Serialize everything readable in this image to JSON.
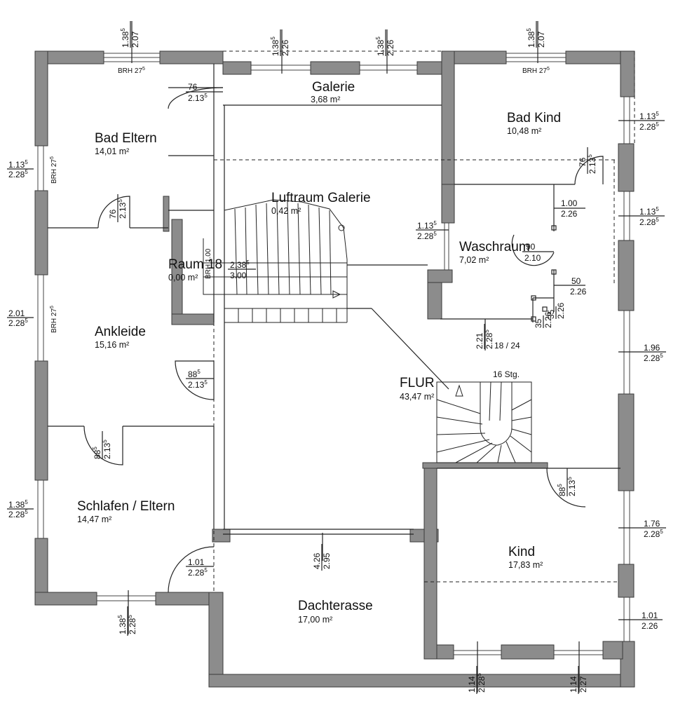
{
  "rooms": {
    "galerie": {
      "name": "Galerie",
      "area": "3,68 m²"
    },
    "bad_kind": {
      "name": "Bad Kind",
      "area": "10,48 m²"
    },
    "bad_eltern": {
      "name": "Bad Eltern",
      "area": "14,01 m²"
    },
    "luftraum": {
      "name": "Luftraum Galerie",
      "area": "0,42 m²"
    },
    "waschraum": {
      "name": "Waschraum",
      "area": "7,02 m²"
    },
    "raum18": {
      "name": "Raum 18",
      "area": "0,00 m²"
    },
    "ankleide": {
      "name": "Ankleide",
      "area": "15,16 m²"
    },
    "flur": {
      "name": "FLUR",
      "area": "43,47 m²"
    },
    "schlafen": {
      "name": "Schlafen / Eltern",
      "area": "14,47 m²"
    },
    "kind": {
      "name": "Kind",
      "area": "17,83 m²"
    },
    "dachterasse": {
      "name": "Dachterasse",
      "area": "17,00 m²"
    }
  },
  "dims": {
    "top_left": {
      "a": "1.38",
      "b": "2.07"
    },
    "top_mid1": {
      "a": "1.38",
      "b": "2.26"
    },
    "top_mid2": {
      "a": "1.38",
      "b": "2.26"
    },
    "top_right": {
      "a": "1.38",
      "b": "2.07"
    },
    "door_bad_eltern_top": {
      "a": "76",
      "b": "2.13"
    },
    "door_bad_eltern": {
      "a": "76",
      "b": "2.13"
    },
    "door_bad_kind": {
      "a": "76",
      "b": "2.13"
    },
    "left_1": {
      "a": "1.13",
      "b": "2.28"
    },
    "left_2": {
      "a": "2.01",
      "b": "2.28"
    },
    "left_3": {
      "a": "1.38",
      "b": "2.28"
    },
    "right_1": {
      "a": "1.13",
      "b": "2.28"
    },
    "right_2": {
      "a": "1.13",
      "b": "2.28"
    },
    "right_3": {
      "a": "1.96",
      "b": "2.28"
    },
    "right_4": {
      "a": "1.76",
      "b": "2.28"
    },
    "right_5": {
      "a": "1.01",
      "b": "2.26"
    },
    "wasch_win": {
      "a": "1.13",
      "b": "2.28"
    },
    "wasch_1": {
      "a": "1.00",
      "b": "2.26"
    },
    "wasch_2": {
      "a": "90",
      "b": "2.10"
    },
    "wasch_3": {
      "a": "50",
      "b": "2.26"
    },
    "wasch_4a": "35",
    "wasch_4b": "2.26",
    "wasch_5a": "35",
    "wasch_5b": "2.26",
    "wasch_6": {
      "a": "2.21",
      "b": "2.28"
    },
    "stairs_ratio": "18 / 24",
    "stairs_count": "16 Stg.",
    "raum18_dim": {
      "a": "2.38",
      "b": "3.00"
    },
    "raum18_brh": "BRH 1.00",
    "ankleide_door": {
      "a": "88",
      "b": "2.13"
    },
    "schlafen_door": {
      "a": "88",
      "b": "2.13"
    },
    "schlafen_door2": {
      "a": "1.01",
      "b": "2.28"
    },
    "kind_door": {
      "a": "88",
      "b": "2.13"
    },
    "terrasse_door": {
      "a": "4.26",
      "b": "2.95"
    },
    "bottom_left": {
      "a": "1.38",
      "b": "2.28"
    },
    "bottom_r1": {
      "a": "1.14",
      "b": "2.28"
    },
    "bottom_r2": {
      "a": "1.14",
      "b": "2.27"
    }
  },
  "brh": {
    "label": "BRH 27",
    "sup": "5"
  },
  "sup5": "5"
}
